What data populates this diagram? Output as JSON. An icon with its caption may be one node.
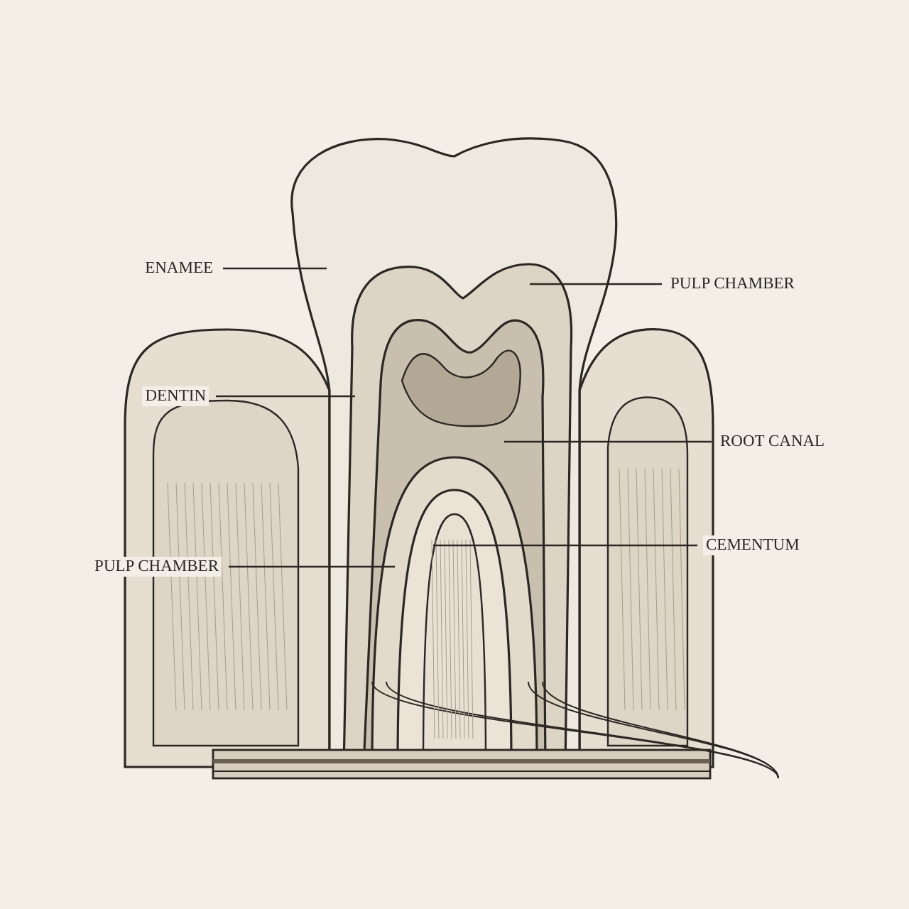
{
  "diagram": {
    "nodes": [
      {
        "text": [
          "ENAMEE"
        ]
      },
      {
        "text": [
          "PULP CHAMBER"
        ]
      },
      {
        "text": [
          "DENTIN"
        ]
      },
      {
        "text": [
          "ROOT CANAL"
        ]
      },
      {
        "text": [
          "CEMENTUM"
        ]
      },
      {
        "text": [
          "PULP CHAMBER"
        ]
      }
    ],
    "edges": [
      {
        "from": 0,
        "to": null,
        "arrow": "none"
      },
      {
        "from": 1,
        "to": null,
        "arrow": "none"
      },
      {
        "from": 2,
        "to": null,
        "arrow": "none"
      },
      {
        "from": 3,
        "to": null,
        "arrow": "none"
      },
      {
        "from": 4,
        "to": null,
        "arrow": "none"
      },
      {
        "from": 5,
        "to": null,
        "arrow": "none"
      }
    ]
  }
}
